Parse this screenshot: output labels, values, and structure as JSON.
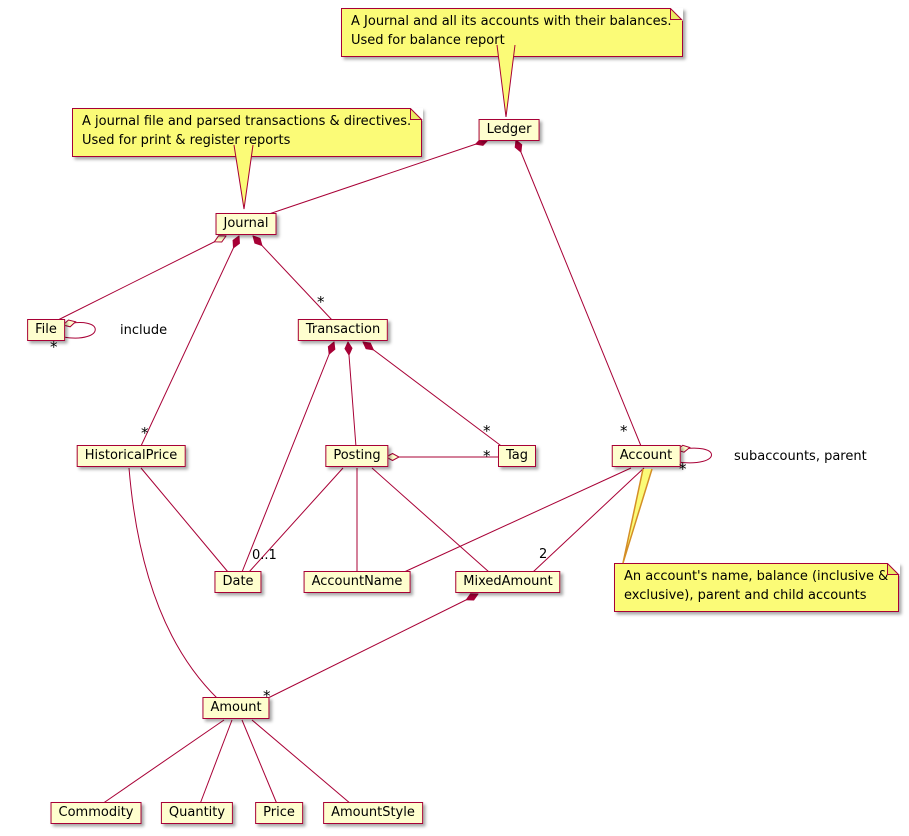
{
  "diagram": {
    "kind": "uml-class-diagram",
    "colors": {
      "box_fill": "#FEFECE",
      "box_border": "#A80036",
      "edge": "#A80036",
      "note_fill": "#FBFB77",
      "note_border": "#A80036",
      "note_link": "#D48E26",
      "text": "#000000"
    },
    "classes": [
      {
        "name": "Ledger"
      },
      {
        "name": "Journal"
      },
      {
        "name": "File"
      },
      {
        "name": "Transaction"
      },
      {
        "name": "HistoricalPrice"
      },
      {
        "name": "Posting"
      },
      {
        "name": "Tag"
      },
      {
        "name": "Account"
      },
      {
        "name": "Date"
      },
      {
        "name": "AccountName"
      },
      {
        "name": "MixedAmount"
      },
      {
        "name": "Amount"
      },
      {
        "name": "Commodity"
      },
      {
        "name": "Quantity"
      },
      {
        "name": "Price"
      },
      {
        "name": "AmountStyle"
      }
    ],
    "notes": [
      {
        "target": "Ledger",
        "lines": [
          "A Journal and all its accounts with their balances.",
          "Used for balance report"
        ]
      },
      {
        "target": "Journal",
        "lines": [
          "A journal file and parsed transactions & directives.",
          "Used for print & register reports"
        ]
      },
      {
        "target": "Account",
        "lines": [
          "An account's name, balance (inclusive &",
          "exclusive), parent and child accounts"
        ]
      }
    ],
    "relationships": [
      {
        "from": "Ledger",
        "to": "Journal",
        "type": "composition"
      },
      {
        "from": "Ledger",
        "to": "Account",
        "type": "composition",
        "to_multiplicity": "*"
      },
      {
        "from": "Journal",
        "to": "File",
        "type": "aggregation"
      },
      {
        "from": "File",
        "to": "File",
        "type": "aggregation",
        "label": "include",
        "to_multiplicity": "*"
      },
      {
        "from": "Journal",
        "to": "Transaction",
        "type": "composition",
        "to_multiplicity": "*"
      },
      {
        "from": "Journal",
        "to": "HistoricalPrice",
        "type": "composition",
        "to_multiplicity": "*"
      },
      {
        "from": "Transaction",
        "to": "Posting",
        "type": "composition"
      },
      {
        "from": "Transaction",
        "to": "Tag",
        "type": "composition",
        "to_multiplicity": "*"
      },
      {
        "from": "Transaction",
        "to": "Date",
        "type": "composition",
        "to_multiplicity": "0..1"
      },
      {
        "from": "Posting",
        "to": "Tag",
        "type": "aggregation",
        "to_multiplicity": "*"
      },
      {
        "from": "Posting",
        "to": "Date",
        "type": "association"
      },
      {
        "from": "Posting",
        "to": "AccountName",
        "type": "association"
      },
      {
        "from": "Posting",
        "to": "MixedAmount",
        "type": "association"
      },
      {
        "from": "Account",
        "to": "AccountName",
        "type": "association"
      },
      {
        "from": "Account",
        "to": "MixedAmount",
        "type": "association",
        "to_multiplicity": "2"
      },
      {
        "from": "Account",
        "to": "Account",
        "type": "aggregation",
        "label": "subaccounts, parent",
        "to_multiplicity": "*"
      },
      {
        "from": "MixedAmount",
        "to": "Amount",
        "type": "composition",
        "to_multiplicity": "*"
      },
      {
        "from": "HistoricalPrice",
        "to": "Date",
        "type": "association"
      },
      {
        "from": "HistoricalPrice",
        "to": "Amount",
        "type": "association"
      },
      {
        "from": "Amount",
        "to": "Commodity",
        "type": "association"
      },
      {
        "from": "Amount",
        "to": "Quantity",
        "type": "association"
      },
      {
        "from": "Amount",
        "to": "Price",
        "type": "association"
      },
      {
        "from": "Amount",
        "to": "AmountStyle",
        "type": "association"
      }
    ]
  }
}
